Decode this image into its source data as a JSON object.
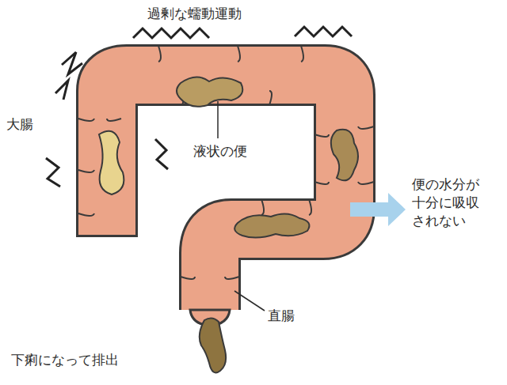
{
  "diagram": {
    "labels": [
      "過剰な蠕動運動",
      "大腸",
      "液状の便",
      "便の水分が 十分に吸収 されない",
      "直腸",
      "下痢になって排出"
    ]
  }
}
